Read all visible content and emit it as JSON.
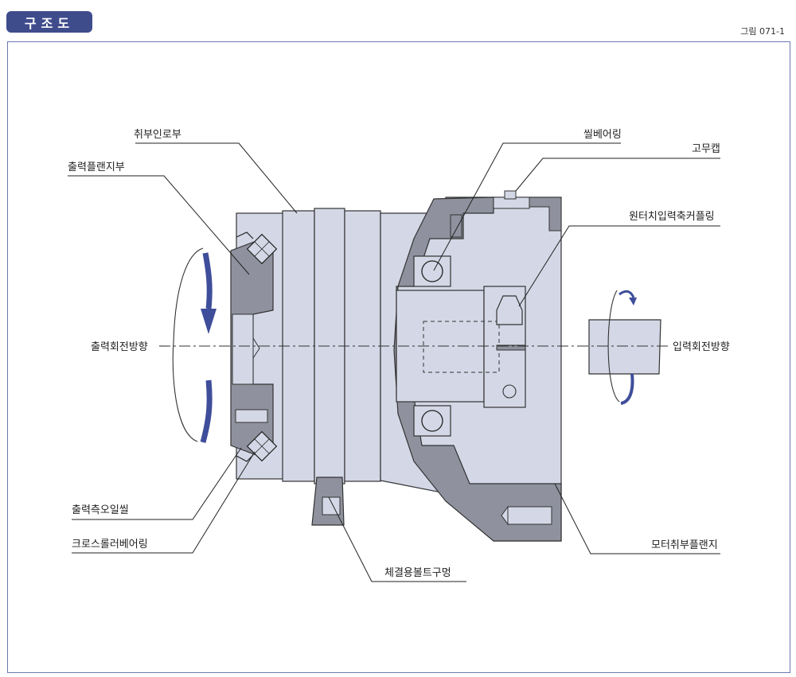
{
  "header": {
    "title": "구조도",
    "figure_number": "그림 071-1"
  },
  "colors": {
    "badge": "#3f4c8c",
    "frame": "#6a78b0",
    "body_light": "#d4d7e6",
    "body_dark": "#8f929e",
    "arrow": "#3f4e9a"
  },
  "labels": {
    "mounting_pilot": "취부인로부",
    "output_flange": "출력플랜지부",
    "output_rotation": "출력회전방향",
    "output_oil_seal": "출력측오일씰",
    "cross_roller_bearing": "크로스롤러베어링",
    "mounting_bolt_hole": "체결용볼트구멍",
    "seal_bearing": "씰베어링",
    "rubber_cap": "고무캡",
    "one_touch_coupling": "원터치입력축커플링",
    "input_rotation": "입력회전방향",
    "motor_mounting_flange": "모터취부플랜지"
  }
}
